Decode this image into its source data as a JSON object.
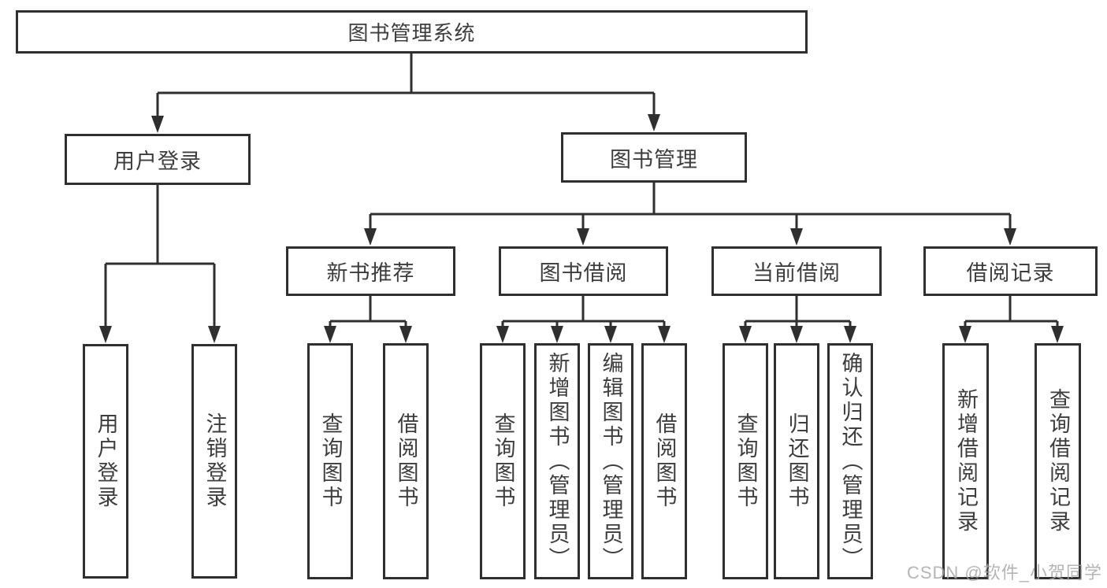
{
  "diagram": {
    "root": {
      "label": "图书管理系统"
    },
    "level2": {
      "user_login": {
        "label": "用户登录"
      },
      "book_management": {
        "label": "图书管理"
      }
    },
    "level3": {
      "new_book_recommend": {
        "label": "新书推荐"
      },
      "book_borrow": {
        "label": "图书借阅"
      },
      "current_borrow": {
        "label": "当前借阅"
      },
      "borrow_records": {
        "label": "借阅记录"
      }
    },
    "leaves": {
      "user_login": [
        {
          "label": "用户登录"
        },
        {
          "label": "注销登录"
        }
      ],
      "new_book_recommend": [
        {
          "label": "查询图书"
        },
        {
          "label": "借阅图书"
        }
      ],
      "book_borrow": [
        {
          "label": "查询图书"
        },
        {
          "label": "新增图书（管理员）"
        },
        {
          "label": "编辑图书（管理员）"
        },
        {
          "label": "借阅图书"
        }
      ],
      "current_borrow": [
        {
          "label": "查询图书"
        },
        {
          "label": "归还图书"
        },
        {
          "label": "确认归还（管理员）"
        }
      ],
      "borrow_records": [
        {
          "label": "新增借阅记录"
        },
        {
          "label": "查询借阅记录"
        }
      ]
    }
  },
  "watermark": {
    "text": "CSDN @软件_小贺同学"
  },
  "colors": {
    "line": "#2f2f2f",
    "text": "#3d3d3d",
    "background": "#ffffff",
    "watermark": "#a9a9a9"
  }
}
